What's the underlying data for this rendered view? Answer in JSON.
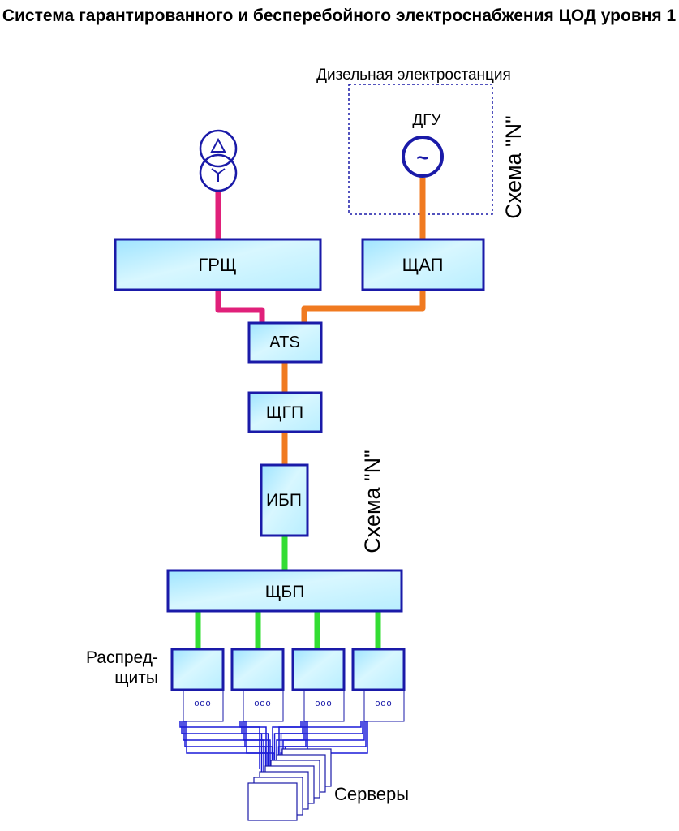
{
  "title": "Система гарантированного и бесперебойного электроснабжения ЦОД уровня 1",
  "labels": {
    "diesel_station": "Дизельная электростанция",
    "dgu": "ДГУ",
    "grsch": "ГРЩ",
    "schap": "ЩАП",
    "ats": "ATS",
    "schgp": "ЩГП",
    "ibp": "ИБП",
    "schbp": "ЩБП",
    "scheme_n_top": "Схема \"N\"",
    "scheme_n_mid": "Схема \"N\"",
    "dist_line1": "Распред-",
    "dist_line2": "щиты",
    "servers": "Серверы",
    "ellipsis": "ooo",
    "ac_symbol": "~"
  },
  "colors": {
    "box_fill": "#c8f2ff",
    "box_stroke": "#1a1aa8",
    "line_utility": "#e0207a",
    "line_generator": "#f07a20",
    "line_ups": "#33dd33",
    "line_servers": "#1a1ad8",
    "frame": "#1a1aa8"
  },
  "icons": {
    "transformer": "transformer-icon",
    "generator": "ac-generator-icon"
  }
}
